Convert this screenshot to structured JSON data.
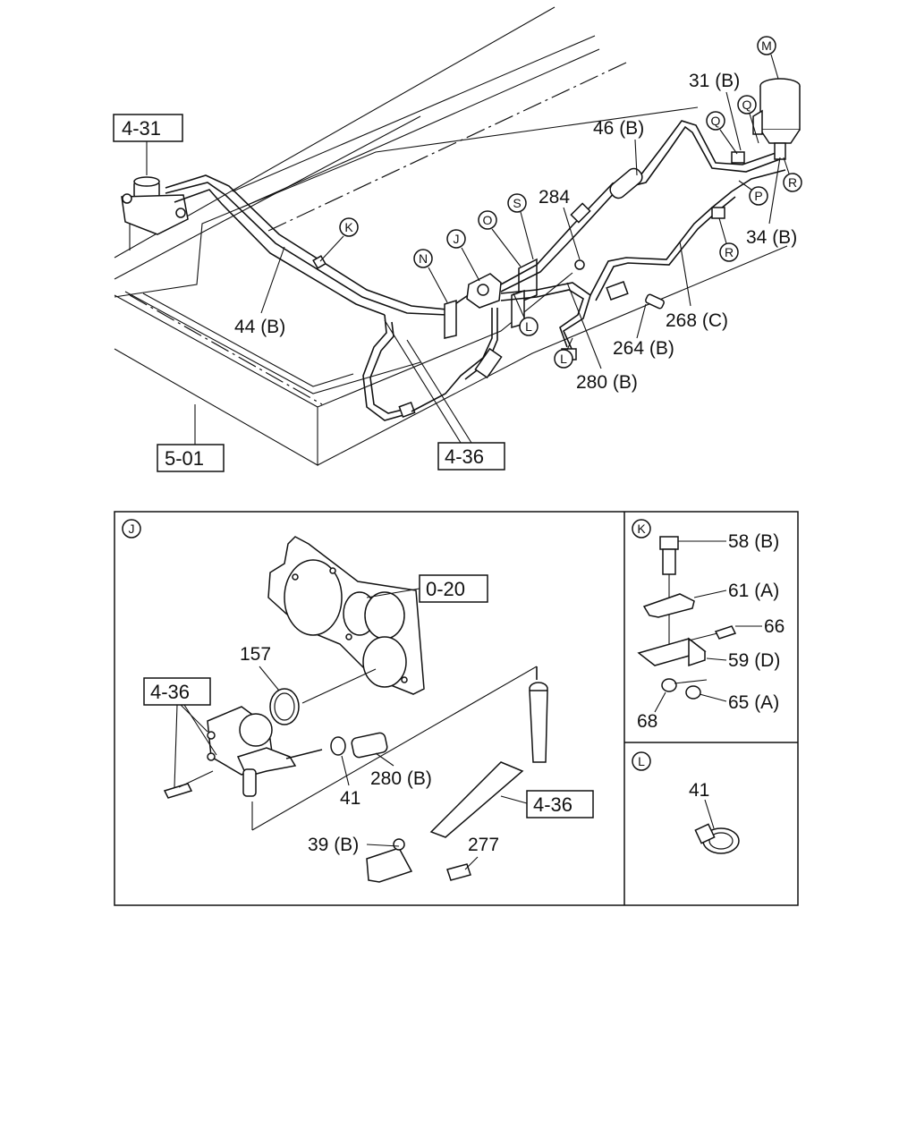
{
  "top": {
    "ref_boxes": [
      "4-31",
      "5-01",
      "4-36"
    ],
    "part_labels": [
      "31 (B)",
      "46 (B)",
      "284",
      "34 (B)",
      "44 (B)",
      "268 (C)",
      "264 (B)",
      "280 (B)"
    ],
    "circle_labels": [
      "M",
      "Q",
      "Q",
      "R",
      "P",
      "S",
      "O",
      "J",
      "K",
      "N",
      "R",
      "L",
      "L"
    ]
  },
  "detail_j": {
    "circle": "J",
    "ref_boxes": [
      "0-20",
      "4-36",
      "4-36"
    ],
    "part_labels": [
      "157",
      "41",
      "280 (B)",
      "39 (B)",
      "277"
    ]
  },
  "detail_k": {
    "circle": "K",
    "part_labels": [
      "58 (B)",
      "61 (A)",
      "66",
      "59 (D)",
      "68",
      "65 (A)"
    ]
  },
  "detail_l": {
    "circle": "L",
    "part_labels": [
      "41"
    ]
  }
}
